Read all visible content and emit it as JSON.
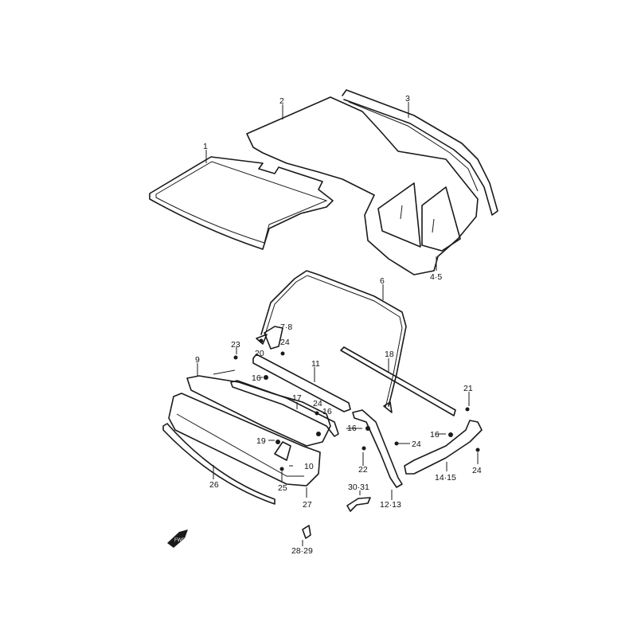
{
  "diagram": {
    "title": "Soft top parts diagram",
    "labels": {
      "p1": "1",
      "p2": "2",
      "p3": "3",
      "p4_5": "4·5",
      "p6": "6",
      "p7_8": "7·8",
      "p20": "20",
      "p24a": "24",
      "p23": "23",
      "p9": "9",
      "p16a": "16",
      "p11": "11",
      "p18": "18",
      "p17": "17",
      "p24b": "24",
      "p16b": "16",
      "p19": "19",
      "p10": "10",
      "p25": "25",
      "p26": "26",
      "p27": "27",
      "p16c": "16",
      "p22": "22",
      "p24c": "24",
      "p16d": "16",
      "p21": "21",
      "p14_15": "14·15",
      "p24d": "24",
      "p12_13": "12·13",
      "p30_31": "30·31",
      "p28_29": "28·29"
    },
    "fwd_arrow": "FWD"
  }
}
